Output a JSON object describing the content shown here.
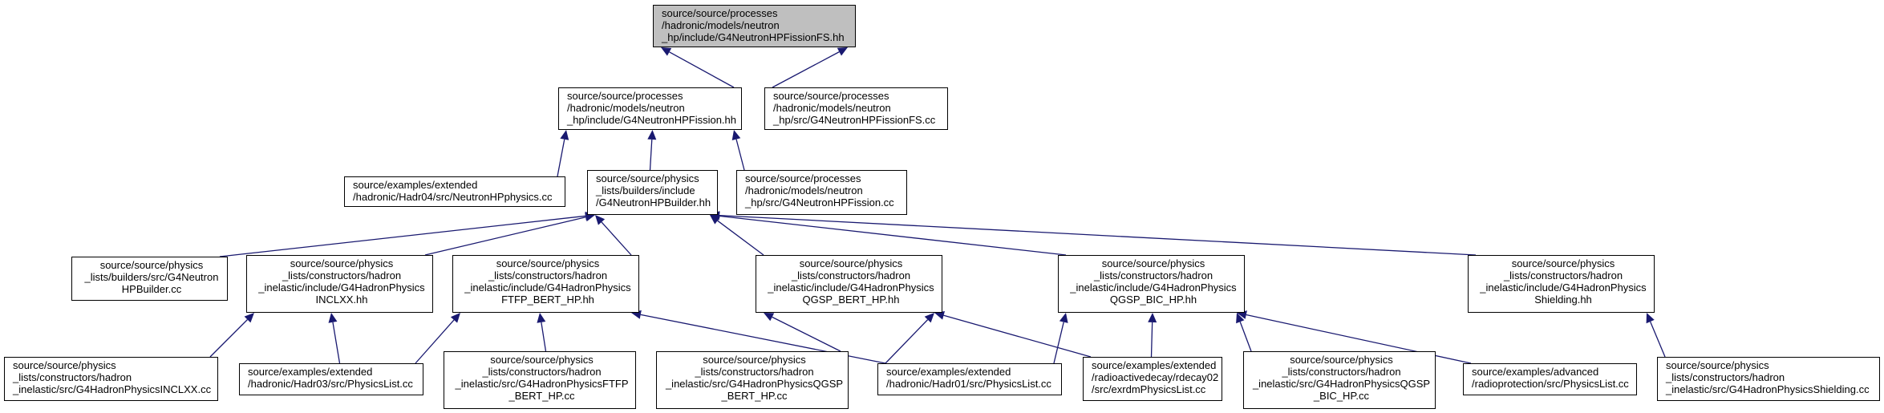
{
  "colors": {
    "edge": "#191970",
    "root_fill": "#bfbfbf",
    "node_fill": "#ffffff",
    "border": "#000000"
  },
  "nodes": {
    "root": {
      "lines": [
        "source/source/processes",
        "/hadronic/models/neutron",
        "_hp/include/G4NeutronHPFissionFS.hh"
      ]
    },
    "fission_hh": {
      "lines": [
        "source/source/processes",
        "/hadronic/models/neutron",
        "_hp/include/G4NeutronHPFission.hh"
      ]
    },
    "fissionfs_cc": {
      "lines": [
        "source/source/processes",
        "/hadronic/models/neutron",
        "_hp/src/G4NeutronHPFissionFS.cc"
      ]
    },
    "hadr04": {
      "lines": [
        "source/examples/extended",
        "/hadronic/Hadr04/src/NeutronHPphysics.cc"
      ]
    },
    "builder_hh": {
      "lines": [
        "source/source/physics",
        "_lists/builders/include",
        "/G4NeutronHPBuilder.hh"
      ]
    },
    "fission_cc": {
      "lines": [
        "source/source/processes",
        "/hadronic/models/neutron",
        "_hp/src/G4NeutronHPFission.cc"
      ]
    },
    "builder_cc": {
      "lines": [
        "source/source/physics",
        "_lists/builders/src/G4Neutron",
        "HPBuilder.cc"
      ]
    },
    "inclxx_hh": {
      "lines": [
        "source/source/physics",
        "_lists/constructors/hadron",
        "_inelastic/include/G4HadronPhysics",
        "INCLXX.hh"
      ]
    },
    "ftfp_hh": {
      "lines": [
        "source/source/physics",
        "_lists/constructors/hadron",
        "_inelastic/include/G4HadronPhysics",
        "FTFP_BERT_HP.hh"
      ]
    },
    "qgspbert_hh": {
      "lines": [
        "source/source/physics",
        "_lists/constructors/hadron",
        "_inelastic/include/G4HadronPhysics",
        "QGSP_BERT_HP.hh"
      ]
    },
    "qgspbic_hh": {
      "lines": [
        "source/source/physics",
        "_lists/constructors/hadron",
        "_inelastic/include/G4HadronPhysics",
        "QGSP_BIC_HP.hh"
      ]
    },
    "shield_hh": {
      "lines": [
        "source/source/physics",
        "_lists/constructors/hadron",
        "_inelastic/include/G4HadronPhysics",
        "Shielding.hh"
      ]
    },
    "inclxx_cc": {
      "lines": [
        "source/source/physics",
        "_lists/constructors/hadron",
        "_inelastic/src/G4HadronPhysicsINCLXX.cc"
      ]
    },
    "hadr03": {
      "lines": [
        "source/examples/extended",
        "/hadronic/Hadr03/src/PhysicsList.cc"
      ]
    },
    "ftfp_cc": {
      "lines": [
        "source/source/physics",
        "_lists/constructors/hadron",
        "_inelastic/src/G4HadronPhysicsFTFP",
        "_BERT_HP.cc"
      ]
    },
    "qgspbert_cc": {
      "lines": [
        "source/source/physics",
        "_lists/constructors/hadron",
        "_inelastic/src/G4HadronPhysicsQGSP",
        "_BERT_HP.cc"
      ]
    },
    "hadr01": {
      "lines": [
        "source/examples/extended",
        "/hadronic/Hadr01/src/PhysicsList.cc"
      ]
    },
    "rdecay02": {
      "lines": [
        "source/examples/extended",
        "/radioactivedecay/rdecay02",
        "/src/exrdmPhysicsList.cc"
      ]
    },
    "qgspbic_cc": {
      "lines": [
        "source/source/physics",
        "_lists/constructors/hadron",
        "_inelastic/src/G4HadronPhysicsQGSP",
        "_BIC_HP.cc"
      ]
    },
    "radioprot": {
      "lines": [
        "source/examples/advanced",
        "/radioprotection/src/PhysicsList.cc"
      ]
    },
    "shield_cc": {
      "lines": [
        "source/source/physics",
        "_lists/constructors/hadron",
        "_inelastic/src/G4HadronPhysicsShielding.cc"
      ]
    }
  },
  "edges": [
    [
      "fission_hh",
      "root"
    ],
    [
      "fissionfs_cc",
      "root"
    ],
    [
      "hadr04",
      "fission_hh"
    ],
    [
      "builder_hh",
      "fission_hh"
    ],
    [
      "fission_cc",
      "fission_hh"
    ],
    [
      "builder_cc",
      "builder_hh"
    ],
    [
      "inclxx_hh",
      "builder_hh"
    ],
    [
      "ftfp_hh",
      "builder_hh"
    ],
    [
      "qgspbert_hh",
      "builder_hh"
    ],
    [
      "qgspbic_hh",
      "builder_hh"
    ],
    [
      "shield_hh",
      "builder_hh"
    ],
    [
      "inclxx_cc",
      "inclxx_hh"
    ],
    [
      "hadr03",
      "inclxx_hh"
    ],
    [
      "hadr03",
      "ftfp_hh"
    ],
    [
      "ftfp_cc",
      "ftfp_hh"
    ],
    [
      "hadr01",
      "ftfp_hh"
    ],
    [
      "qgspbert_cc",
      "qgspbert_hh"
    ],
    [
      "hadr01",
      "qgspbert_hh"
    ],
    [
      "rdecay02",
      "qgspbert_hh"
    ],
    [
      "hadr01",
      "qgspbic_hh"
    ],
    [
      "rdecay02",
      "qgspbic_hh"
    ],
    [
      "qgspbic_cc",
      "qgspbic_hh"
    ],
    [
      "radioprot",
      "qgspbic_hh"
    ],
    [
      "shield_cc",
      "shield_hh"
    ]
  ]
}
